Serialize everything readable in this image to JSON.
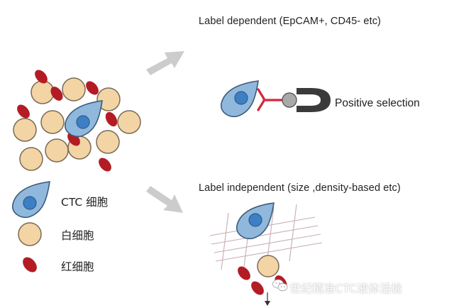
{
  "label_dependent": {
    "title": "Label dependent (EpCAM+, CD45- etc)",
    "positive_selection": "Positive selection"
  },
  "label_independent": {
    "title": "Label independent (size ,density-based etc)"
  },
  "legend": {
    "ctc": "CTC 细胞",
    "wbc": "白细胞",
    "rbc": "红细胞"
  },
  "watermark": "世纪精准CTC液体活检",
  "colors": {
    "ctc_fill": "#8fb8dc",
    "ctc_nucleus": "#3d7fc4",
    "ctc_outline": "#3c5a7a",
    "wbc_fill": "#f3d4a4",
    "wbc_outline": "#7a6a58",
    "rbc_fill": "#b31c24",
    "arrow": "#cccccc",
    "antibody": "#d7263d",
    "magnet": "#3a3a3a",
    "bead": "#a9a9a9",
    "filter_grid": "#c7aeb5"
  },
  "icons": {
    "watermark": "wechat-icon"
  }
}
